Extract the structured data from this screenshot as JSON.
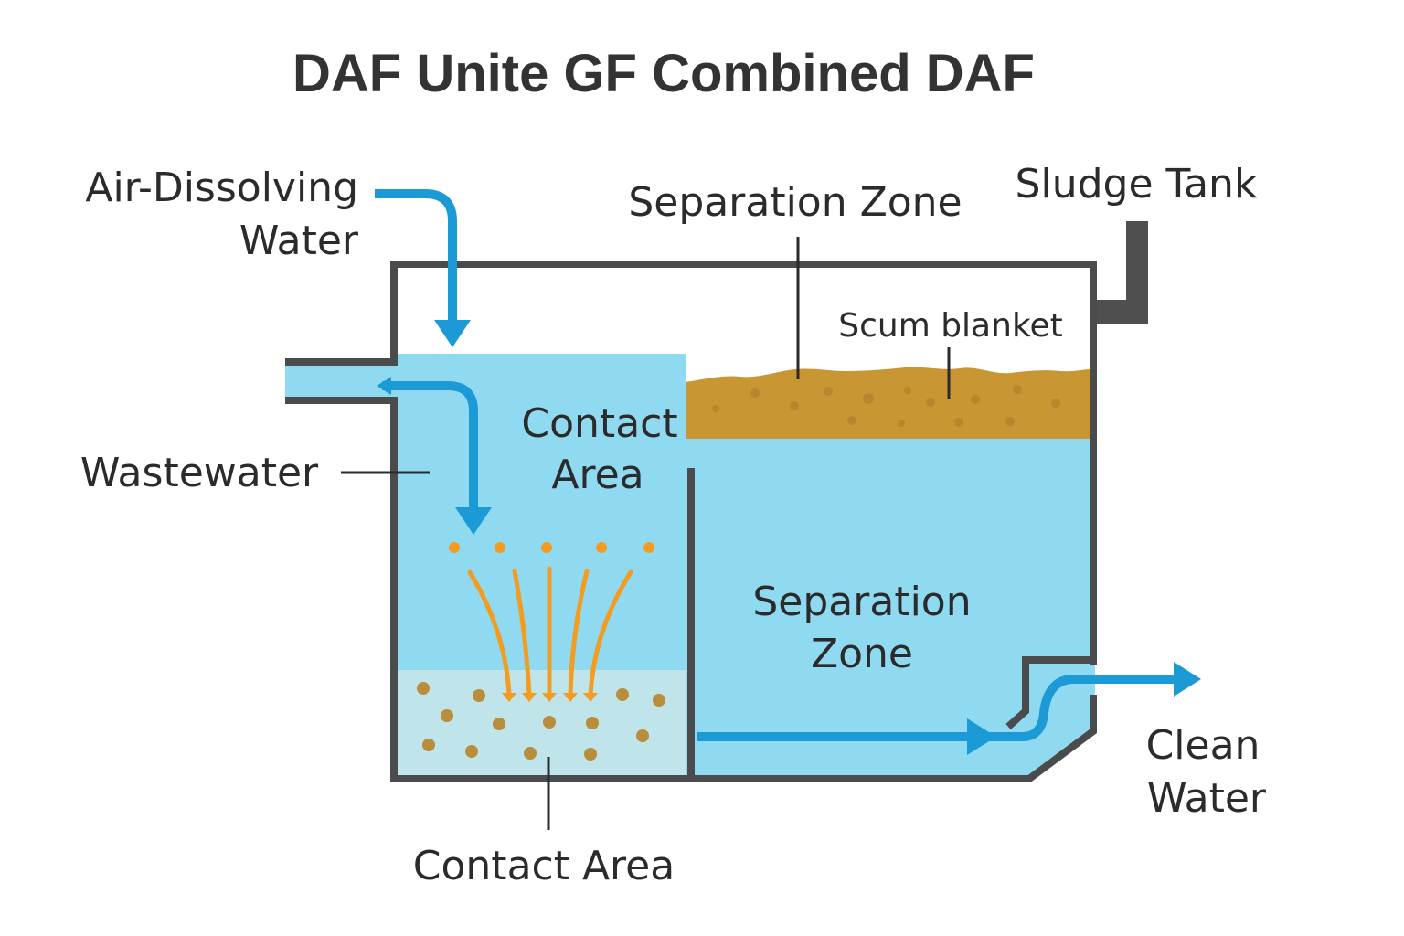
{
  "title": "DAF Unite GF Combined DAF",
  "labels": {
    "air_dissolving_water_line1": "Air-Dissolving",
    "air_dissolving_water_line2": "Water",
    "separation_zone_top": "Separation Zone",
    "sludge_tank": "Sludge Tank",
    "scum_blanket": "Scum blanket",
    "contact_area_inner_line1": "Contact",
    "contact_area_inner_line2": "Area",
    "wastewater": "Wastewater",
    "separation_zone_inner_line1": "Separation",
    "separation_zone_inner_line2": "Zone",
    "clean_water_line1": "Clean",
    "clean_water_line2": "Water",
    "contact_area_bottom": "Contact Area"
  },
  "colors": {
    "water": "#8fdaf0",
    "contact_bottom": "#bfe4ea",
    "scum": "#c99634",
    "particle": "#b98d3c",
    "wall": "#4a4b4d",
    "flow_arrow": "#1b9ad6",
    "bubble": "#f39c1f"
  }
}
